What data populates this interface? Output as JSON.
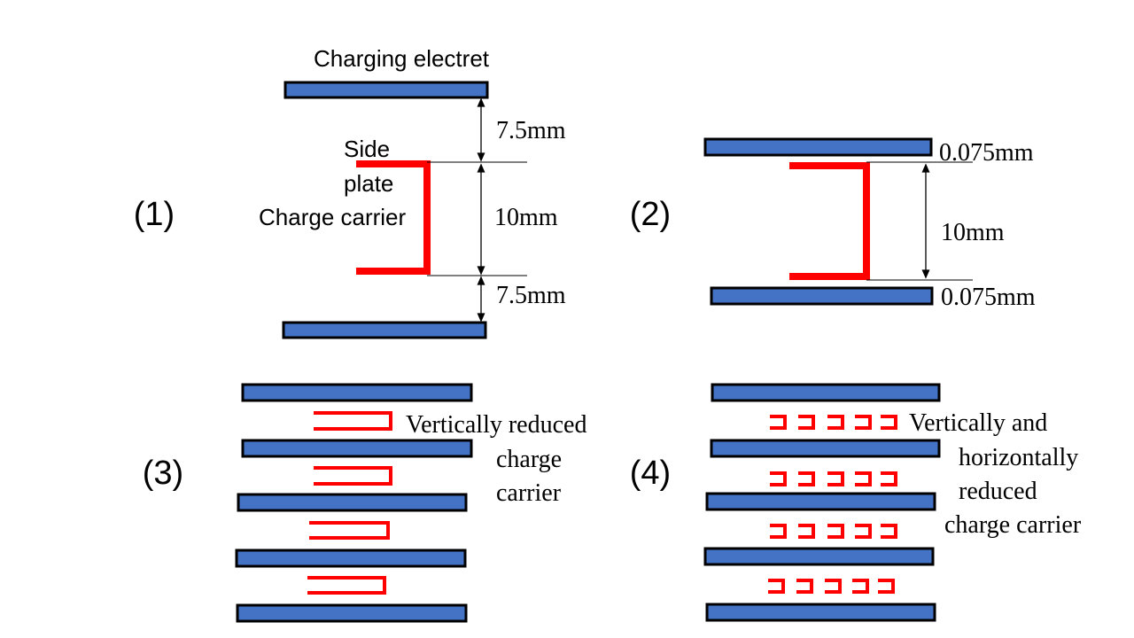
{
  "colors": {
    "plate_fill": "#4472C4",
    "plate_stroke": "#000000",
    "carrier": "#FF0000",
    "line": "#000000",
    "background": "#FFFFFF"
  },
  "panel1": {
    "label": "(1)",
    "electret_label": "Charging electret",
    "side_label_1": "Side",
    "side_label_2": "plate",
    "carrier_label": "Charge carrier",
    "gap_top": "7.5mm",
    "gap_middle": "10mm",
    "gap_bottom": "7.5mm"
  },
  "panel2": {
    "label": "(2)",
    "gap_top": "0.075mm",
    "gap_middle": "10mm",
    "gap_bottom": "0.075mm"
  },
  "panel3": {
    "label": "(3)",
    "caption_1": "Vertically reduced",
    "caption_2": "charge",
    "caption_3": "carrier"
  },
  "panel4": {
    "label": "(4)",
    "caption_1": "Vertically and",
    "caption_2": "horizontally",
    "caption_3": "reduced",
    "caption_4": "charge carrier"
  }
}
